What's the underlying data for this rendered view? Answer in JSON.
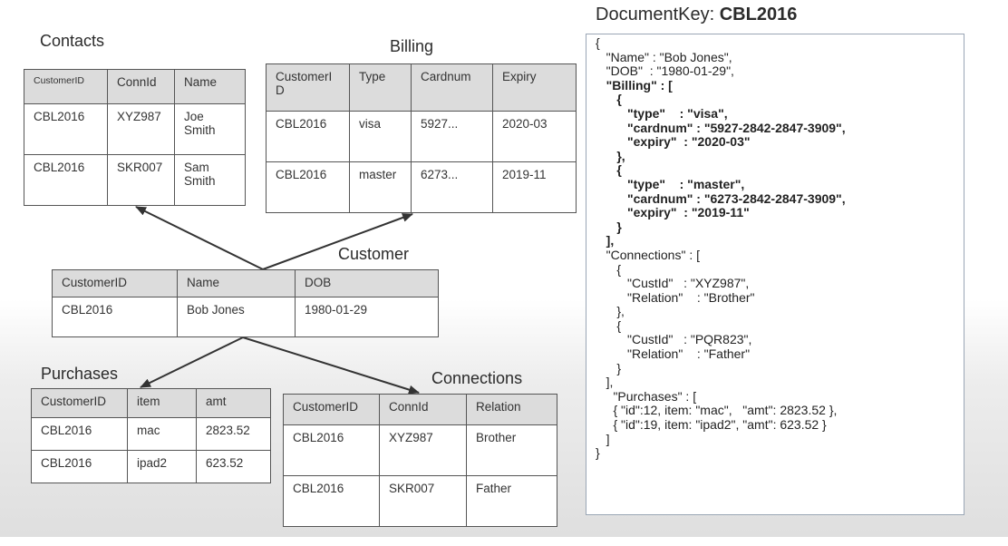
{
  "contacts": {
    "title": "Contacts",
    "headers": [
      "CustomerID",
      "ConnId",
      "Name"
    ],
    "rows": [
      [
        "CBL2016",
        "XYZ987",
        "Joe Smith"
      ],
      [
        "CBL2016",
        "SKR007",
        "Sam Smith"
      ]
    ]
  },
  "billing": {
    "title": "Billing",
    "headers": [
      "CustomerID",
      "Type",
      "Cardnum",
      "Expiry"
    ],
    "rows": [
      [
        "CBL2016",
        "visa",
        "5927...",
        "2020-03"
      ],
      [
        "CBL2016",
        "master",
        "6273...",
        "2019-11"
      ]
    ]
  },
  "customer": {
    "title": "Customer",
    "headers": [
      "CustomerID",
      "Name",
      "DOB"
    ],
    "rows": [
      [
        "CBL2016",
        "Bob Jones",
        "1980-01-29"
      ]
    ]
  },
  "purchases": {
    "title": "Purchases",
    "headers": [
      "CustomerID",
      "item",
      "amt"
    ],
    "rows": [
      [
        "CBL2016",
        "mac",
        "2823.52"
      ],
      [
        "CBL2016",
        "ipad2",
        "623.52"
      ]
    ]
  },
  "connections": {
    "title": "Connections",
    "headers": [
      "CustomerID",
      "ConnId",
      "Relation"
    ],
    "rows": [
      [
        "CBL2016",
        "XYZ987",
        "Brother"
      ],
      [
        "CBL2016",
        "SKR007",
        "Father"
      ]
    ]
  },
  "document": {
    "label": "DocumentKey: ",
    "key": "CBL2016",
    "json_lines": [
      {
        "text": "{",
        "bold": false
      },
      {
        "text": "   \"Name\" : \"Bob Jones\",",
        "bold": false
      },
      {
        "text": "   \"DOB\"  : \"1980-01-29\",",
        "bold": false
      },
      {
        "text": "   \"Billing\" : [",
        "bold": true
      },
      {
        "text": "      {",
        "bold": true
      },
      {
        "text": "         \"type\"    : \"visa\",",
        "bold": true
      },
      {
        "text": "         \"cardnum\" : \"5927-2842-2847-3909\",",
        "bold": true
      },
      {
        "text": "         \"expiry\"  : \"2020-03\"",
        "bold": true
      },
      {
        "text": "      },",
        "bold": true
      },
      {
        "text": "      {",
        "bold": true
      },
      {
        "text": "         \"type\"    : \"master\",",
        "bold": true
      },
      {
        "text": "         \"cardnum\" : \"6273-2842-2847-3909\",",
        "bold": true
      },
      {
        "text": "         \"expiry\"  : \"2019-11\"",
        "bold": true
      },
      {
        "text": "      }",
        "bold": true
      },
      {
        "text": "   ],",
        "bold": true
      },
      {
        "text": "   \"Connections\" : [",
        "bold": false
      },
      {
        "text": "      {",
        "bold": false
      },
      {
        "text": "         \"CustId\"   : \"XYZ987\",",
        "bold": false
      },
      {
        "text": "         \"Relation\"    : \"Brother\"",
        "bold": false
      },
      {
        "text": "      },",
        "bold": false
      },
      {
        "text": "      {",
        "bold": false
      },
      {
        "text": "         \"CustId\"   : \"PQR823\",",
        "bold": false
      },
      {
        "text": "         \"Relation\"    : \"Father\"",
        "bold": false
      },
      {
        "text": "      }",
        "bold": false
      },
      {
        "text": "   ],",
        "bold": false
      },
      {
        "text": "     \"Purchases\" : [",
        "bold": false
      },
      {
        "text": "     { \"id\":12, item: \"mac\",   \"amt\": 2823.52 },",
        "bold": false
      },
      {
        "text": "     { \"id\":19, item: \"ipad2\", \"amt\": 623.52 }",
        "bold": false
      },
      {
        "text": "   ]",
        "bold": false
      },
      {
        "text": "}",
        "bold": false
      }
    ]
  }
}
